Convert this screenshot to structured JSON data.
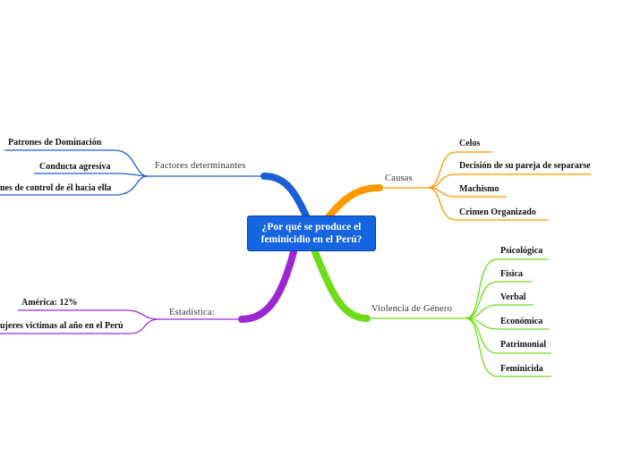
{
  "root": {
    "line1": "¿Por qué se produce el",
    "line2": "feminicidio en el Perú?"
  },
  "branches": {
    "factores": {
      "label": "Factores determinantes",
      "items": [
        "Patrones de Dominación",
        "Conducta agresiva",
        "nes de control de él hacia ella"
      ]
    },
    "causas": {
      "label": "Causas",
      "items": [
        "Celos",
        "Decisión de su pareja de separarse",
        "Machismo",
        "Crimen Organizado"
      ]
    },
    "estadistica": {
      "label": "Estadística:",
      "items": [
        "América: 12%",
        "ujeres victimas al año en el Perú"
      ]
    },
    "violencia": {
      "label": "Violencia de Género",
      "items": [
        "Psicológica",
        "Física",
        "Verbal",
        "Económica",
        "Patrimonial",
        "Feminicida"
      ]
    }
  },
  "colors": {
    "root_fill": "#1565e0",
    "factores": "#1a5fd6",
    "causas": "#ff9800",
    "estadistica": "#9c27d0",
    "violencia": "#6fdc1a"
  }
}
